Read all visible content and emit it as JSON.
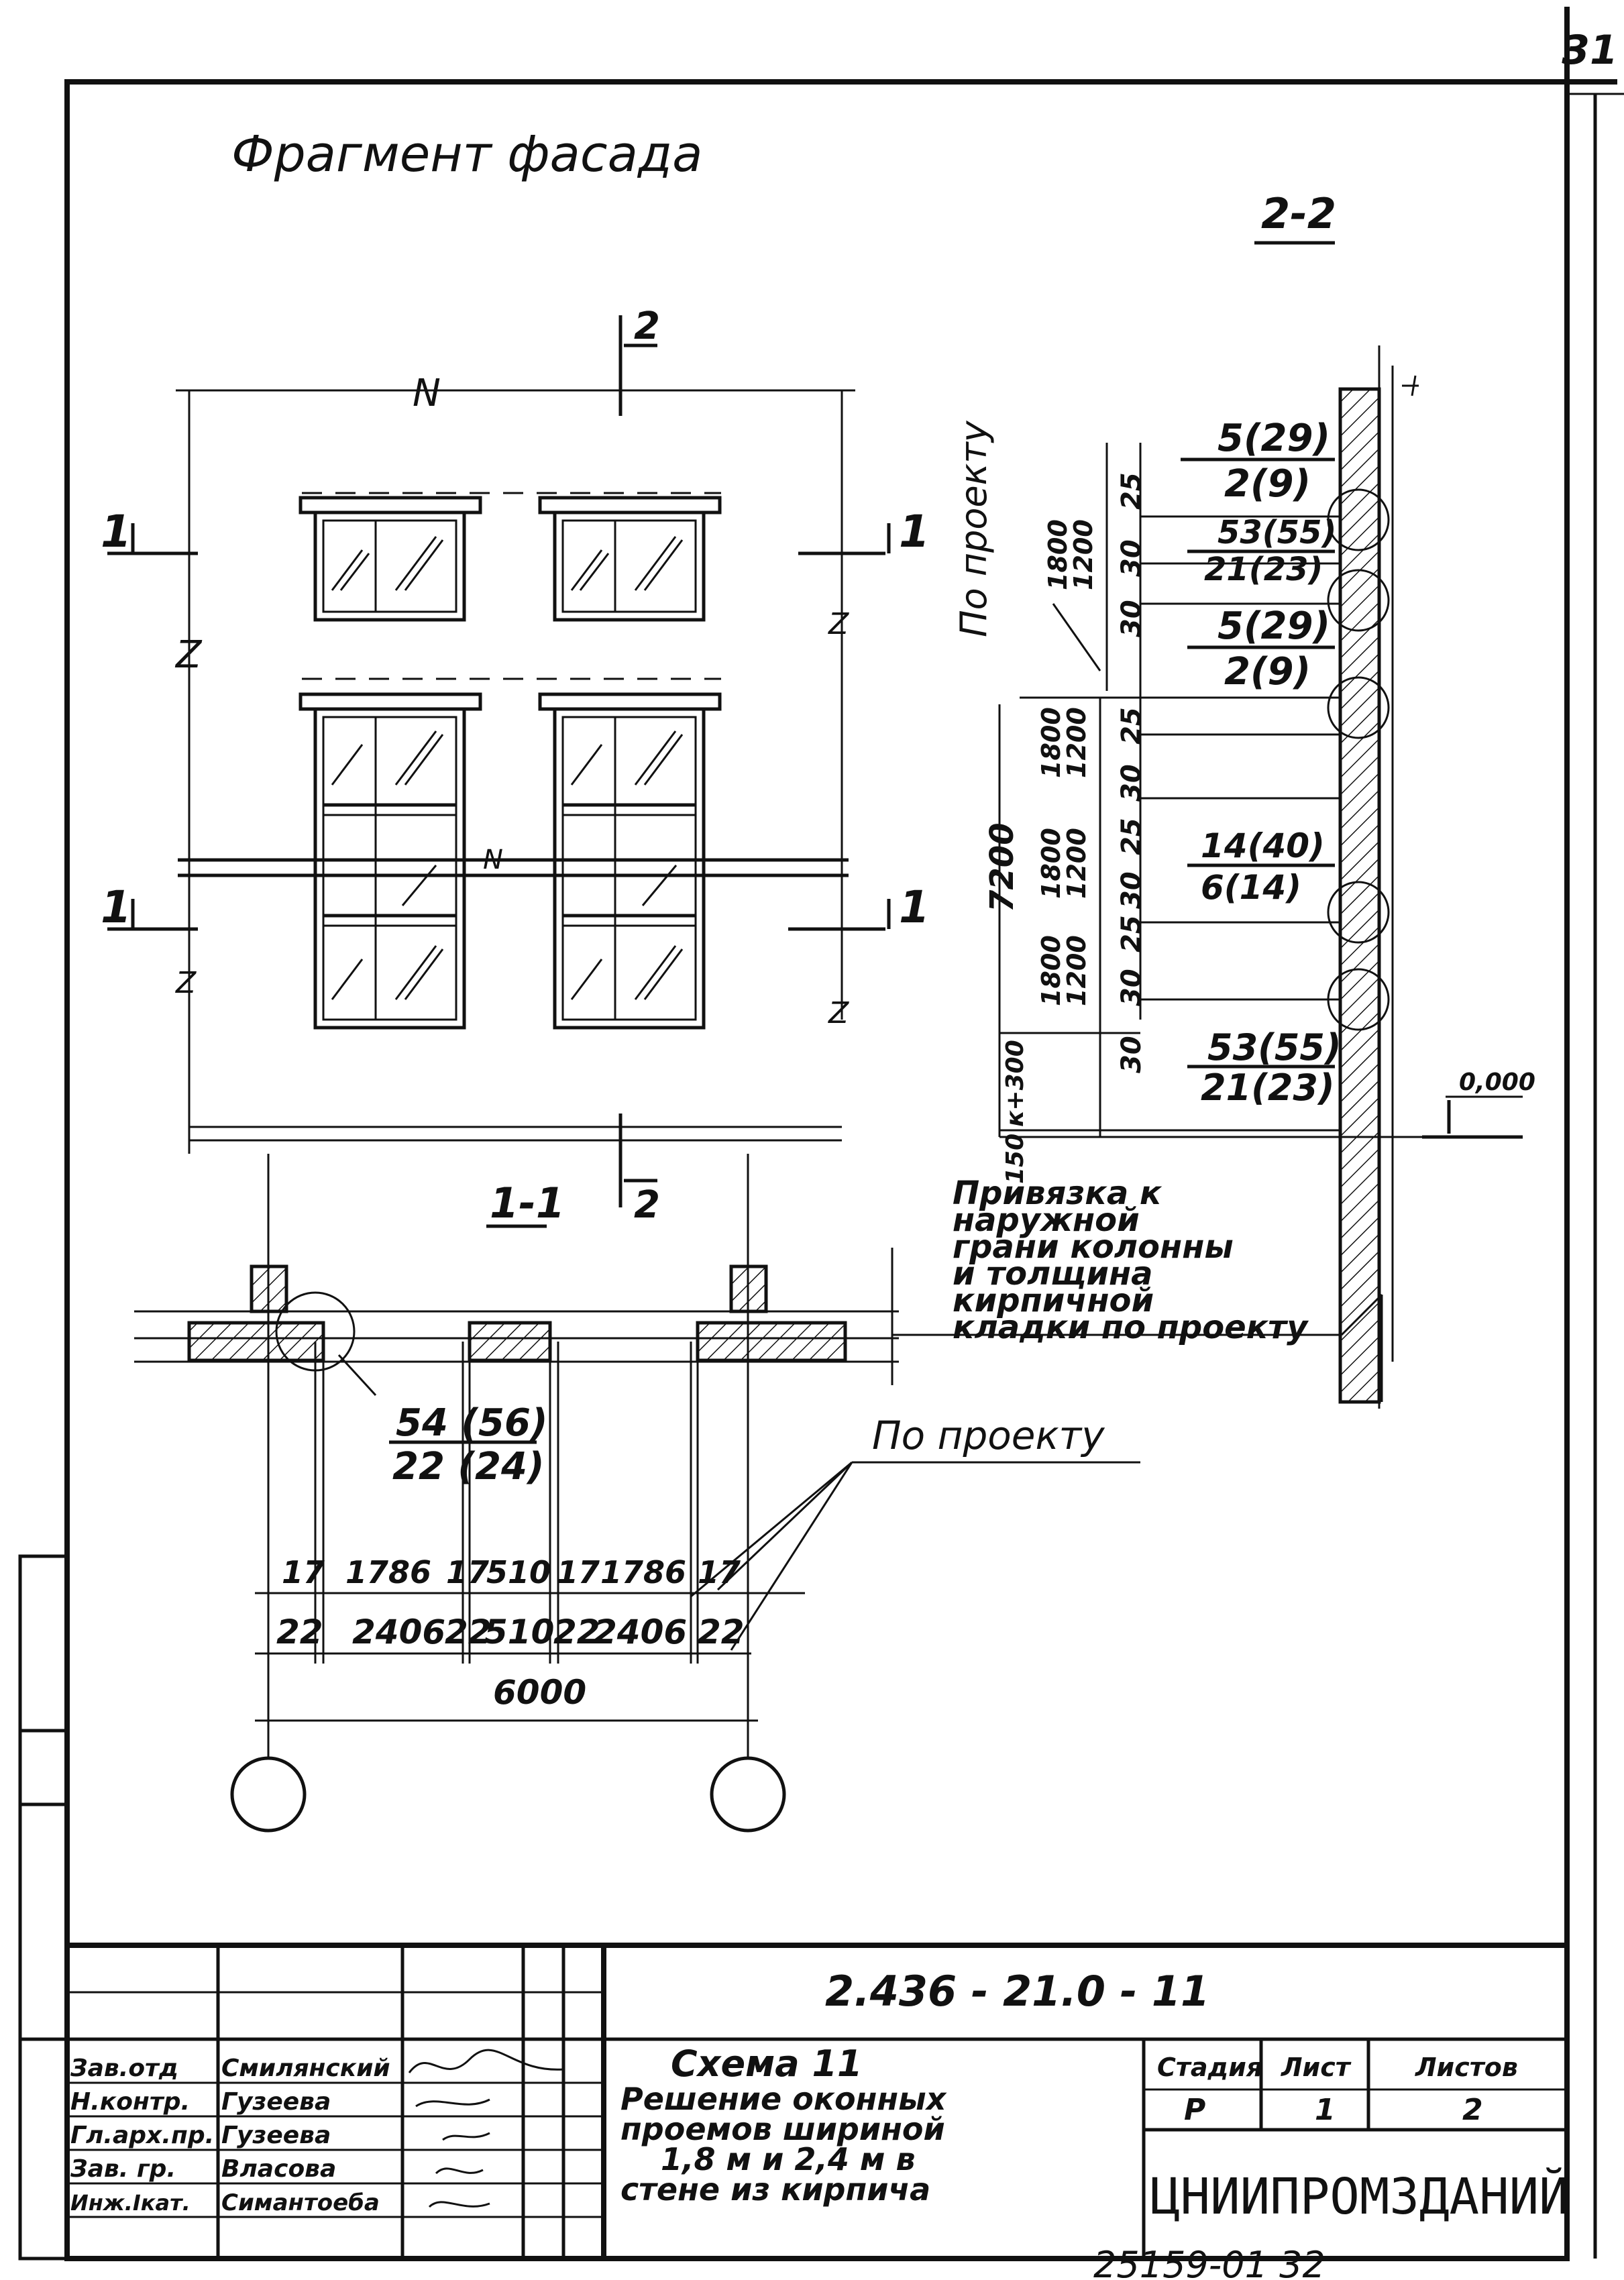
{
  "sheet_number": "31",
  "page_title": "Фрагмент фасада",
  "elevation": {
    "axis_mark": "N",
    "level_mark": "Z",
    "section_1_label": "1",
    "section_2_label": "2",
    "section_title": "1-1"
  },
  "section_2_2": {
    "title": "2-2",
    "by_project": "По проекту",
    "dimensions": {
      "d25": "25",
      "d30": "30",
      "d1800": "1800",
      "d1200": "1200",
      "d7200": "7200",
      "dk300": "к+300",
      "d150": "150"
    },
    "nodes": {
      "n1_top": "5(29)",
      "n1_bot": "2(9)",
      "n2_top": "53(55)",
      "n2_bot": "21(23)",
      "n3_top": "5(29)",
      "n3_bot": "2(9)",
      "n4_top": "14(40)",
      "n4_bot": "6(14)",
      "n5_top": "53(55)",
      "n5_bot": "21(23)"
    },
    "level": "0,000"
  },
  "note_binding": [
    "Привязка к",
    "наружной",
    "грани колонны",
    "и толщина",
    "кирпичной",
    "кладки по проекту"
  ],
  "plan": {
    "node_top": "54 (56)",
    "node_bot": "22 (24)",
    "by_project": "По проекту",
    "row1": [
      "17",
      "1786",
      "17",
      "510",
      "17",
      "1786",
      "17"
    ],
    "row2": [
      "22",
      "2406",
      "22",
      "510",
      "22",
      "2406",
      "22"
    ],
    "total": "6000"
  },
  "title_block": {
    "document_code": "2.436 - 21.0 - 11",
    "roles": [
      "Зав.отд",
      "Н.контр.",
      "Гл.арх.пр.",
      "Зав. гр.",
      "Инж.Ікат."
    ],
    "names": [
      "Смилянский",
      "Гузеева",
      "Гузеева",
      "Власова",
      "Симантоеба"
    ],
    "title_lines": [
      "Схема 11",
      "Решение оконных",
      "проемов шириной",
      "1,8 м и 2,4 м в",
      "стене из кирпича"
    ],
    "stage_header": "Стадия",
    "sheet_header": "Лист",
    "sheets_header": "Листов",
    "stage_value": "Р",
    "sheet_value": "1",
    "sheets_value": "2",
    "organization": "ЦНИИПРОМЗДАНИЙ"
  },
  "footer_number": "25159-01   32"
}
